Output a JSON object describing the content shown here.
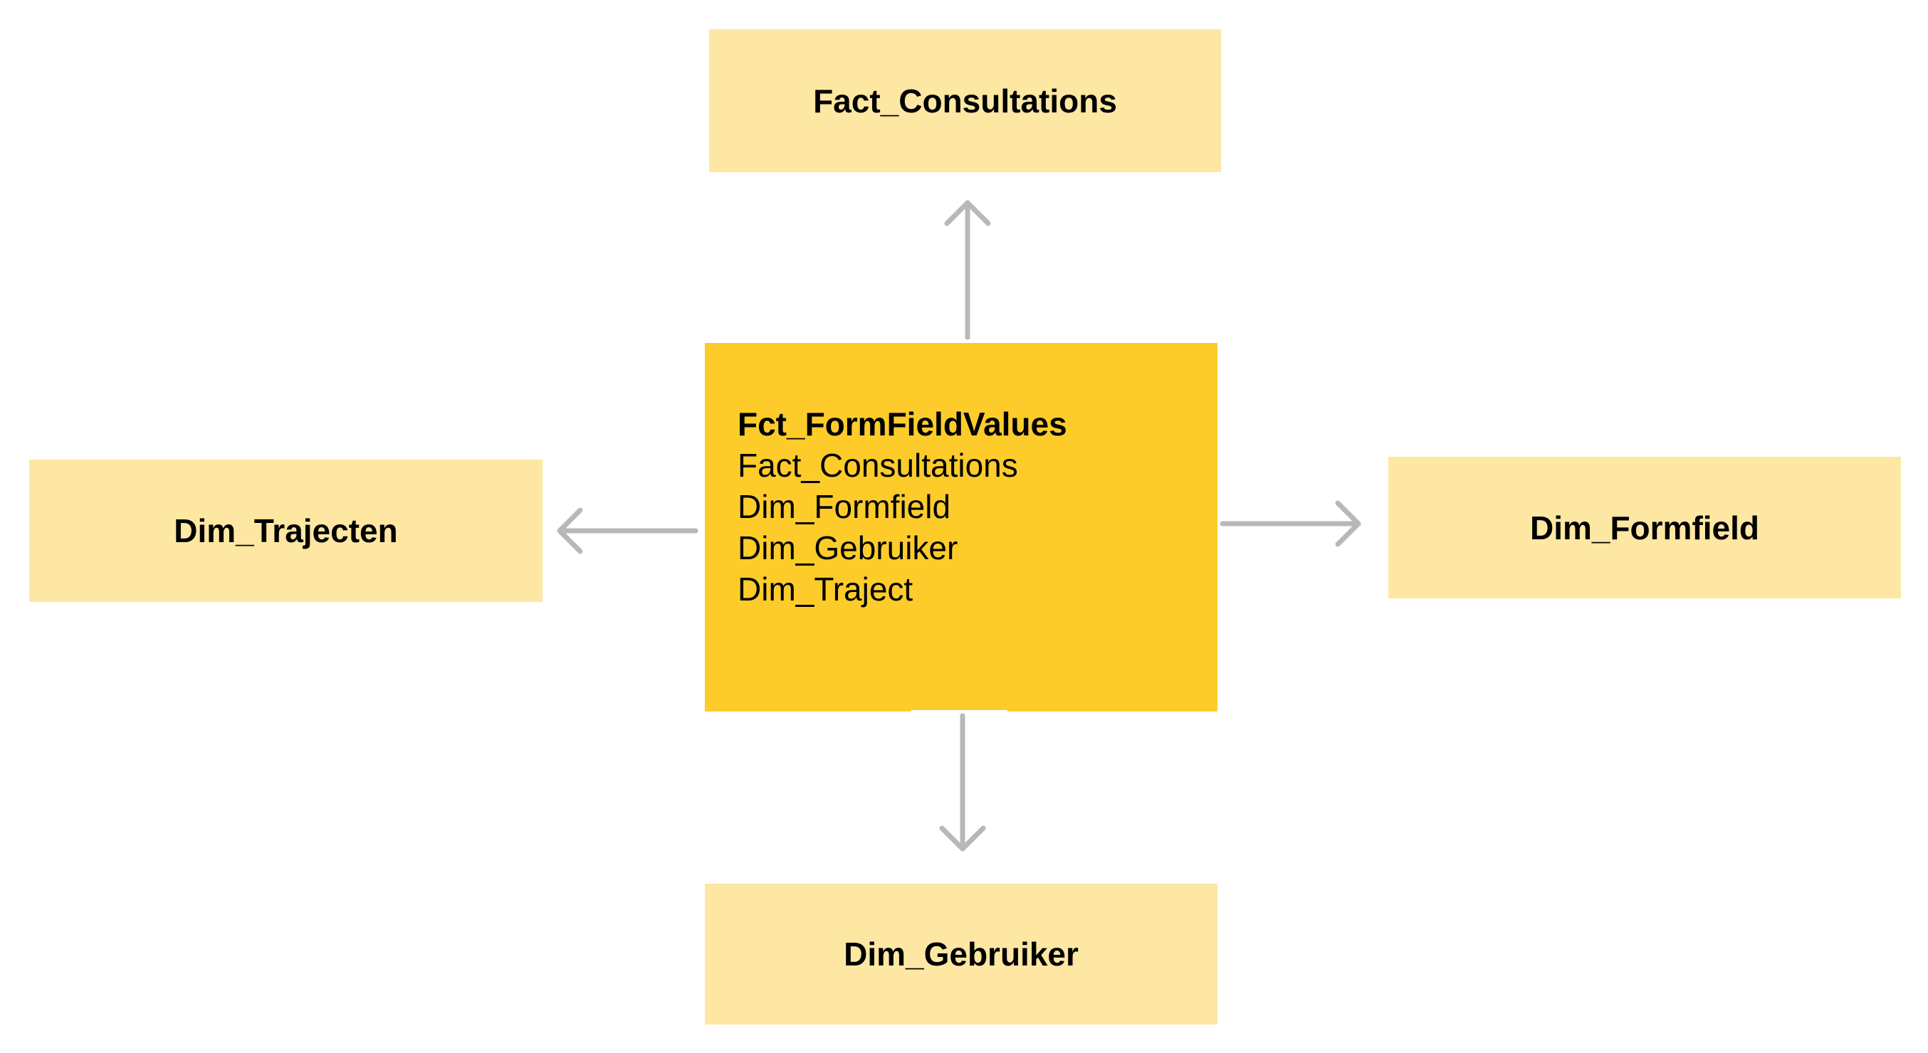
{
  "diagram": {
    "central_table": {
      "title": "Fct_FormFieldValues",
      "relations": [
        "Fact_Consultations",
        "Dim_Formfield",
        "Dim_Gebruiker",
        "Dim_Traject"
      ]
    },
    "tables": {
      "top": "Fact_Consultations",
      "left": "Dim_Trajecten",
      "right": "Dim_Formfield",
      "bottom": "Dim_Gebruiker"
    },
    "arrows": [
      {
        "from": "Fct_FormFieldValues",
        "to": "Fact_Consultations",
        "direction": "up"
      },
      {
        "from": "Fct_FormFieldValues",
        "to": "Dim_Trajecten",
        "direction": "left"
      },
      {
        "from": "Fct_FormFieldValues",
        "to": "Dim_Formfield",
        "direction": "right"
      },
      {
        "from": "Fct_FormFieldValues",
        "to": "Dim_Gebruiker",
        "direction": "down"
      }
    ],
    "colors": {
      "dimension_fill": "#fde7a3",
      "fact_fill": "#fdcc2b",
      "arrow": "#b8b8b8",
      "text": "#000000"
    }
  }
}
